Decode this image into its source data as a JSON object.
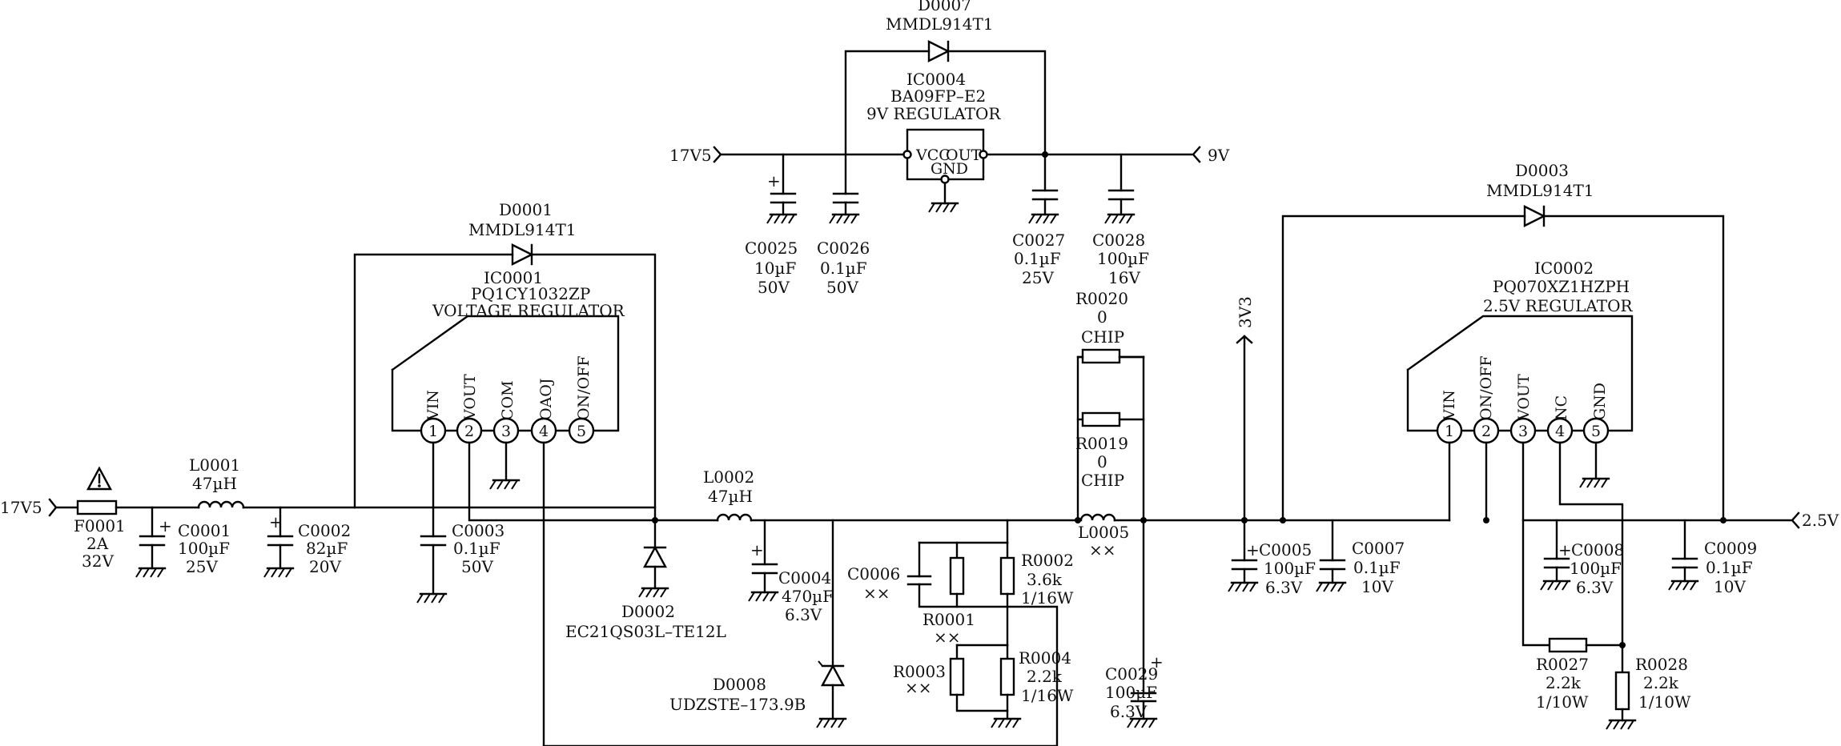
{
  "labels": {
    "in_17v5_left": "17V5",
    "in_17v5_top": "17V5",
    "out_9v": "9V",
    "rail_3v3": "3V3",
    "out_2v5": "2.5V",
    "F0001": [
      "F0001",
      "2A",
      "32V"
    ],
    "L0001": [
      "L0001",
      "47µH"
    ],
    "C0001": [
      "C0001",
      "100µF",
      "25V"
    ],
    "C0002": [
      "C0002",
      "82µF",
      "20V"
    ],
    "C0003": [
      "C0003",
      "0.1µF",
      "50V"
    ],
    "D0001": [
      "D0001",
      "MMDL914T1"
    ],
    "IC0001": [
      "IC0001",
      "PQ1CY1032ZP",
      "VOLTAGE REGULATOR"
    ],
    "IC0001_pins": [
      "VIN",
      "VOUT",
      "COM",
      "OAOJ",
      "ON/OFF"
    ],
    "D0002": [
      "D0002",
      "EC21QS03L–TE12L"
    ],
    "L0002": [
      "L0002",
      "47µH"
    ],
    "C0004": [
      "C0004",
      "470µF",
      "6.3V"
    ],
    "D0008": [
      "D0008",
      "UDZSTE–173.9B"
    ],
    "C0006": [
      "C0006",
      "××"
    ],
    "R0001": [
      "R0001",
      "××"
    ],
    "R0002": [
      "R0002",
      "3.6k",
      "1/16W"
    ],
    "R0003": [
      "R0003",
      "××"
    ],
    "R0004": [
      "R0004",
      "2.2k",
      "1/16W"
    ],
    "C0029": [
      "C0029",
      "100µF",
      "6.3V"
    ],
    "R0020": [
      "R0020",
      "0",
      "CHIP"
    ],
    "R0019": [
      "R0019",
      "0",
      "CHIP"
    ],
    "L0005": [
      "L0005",
      "××"
    ],
    "D0007": [
      "D0007",
      "MMDL914T1"
    ],
    "IC0004": [
      "IC0004",
      "BA09FP–E2",
      "9V REGULATOR"
    ],
    "IC0004_pins": [
      "VCC",
      "OUT",
      "GND"
    ],
    "C0025": [
      "C0025",
      "10µF",
      "50V"
    ],
    "C0026": [
      "C0026",
      "0.1µF",
      "50V"
    ],
    "C0027": [
      "C0027",
      "0.1µF",
      "25V"
    ],
    "C0028": [
      "C0028",
      "100µF",
      "16V"
    ],
    "D0003": [
      "D0003",
      "MMDL914T1"
    ],
    "IC0002": [
      "IC0002",
      "PQ070XZ1HZPH",
      "2.5V REGULATOR"
    ],
    "IC0002_pins": [
      "VIN",
      "ON/OFF",
      "VOUT",
      "NC",
      "GND"
    ],
    "C0005": [
      "C0005",
      "100µF",
      "6.3V"
    ],
    "C0007": [
      "C0007",
      "0.1µF",
      "10V"
    ],
    "C0008": [
      "C0008",
      "100µF",
      "6.3V"
    ],
    "C0009": [
      "C0009",
      "0.1µF",
      "10V"
    ],
    "R0027": [
      "R0027",
      "2.2k",
      "1/10W"
    ],
    "R0028": [
      "R0028",
      "2.2k",
      "1/10W"
    ],
    "pin_numbers": [
      "1",
      "2",
      "3",
      "4",
      "5"
    ],
    "plus": "+"
  }
}
